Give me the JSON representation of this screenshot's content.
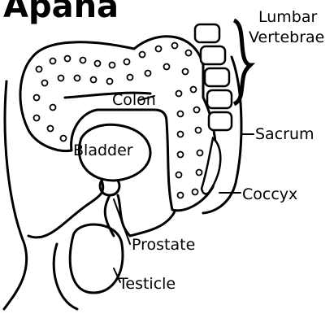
{
  "title": "Apana",
  "labels": {
    "lumbar_vertebrae": [
      "Lumbar",
      "Vertebrae"
    ],
    "colon": "Colon",
    "bladder": "Bladder",
    "sacrum": "Sacrum",
    "coccyx": "Coccyx",
    "prostate": "Prostate",
    "testicle": "Testicle"
  },
  "colors": {
    "ink": "#000000",
    "background": "#ffffff"
  }
}
